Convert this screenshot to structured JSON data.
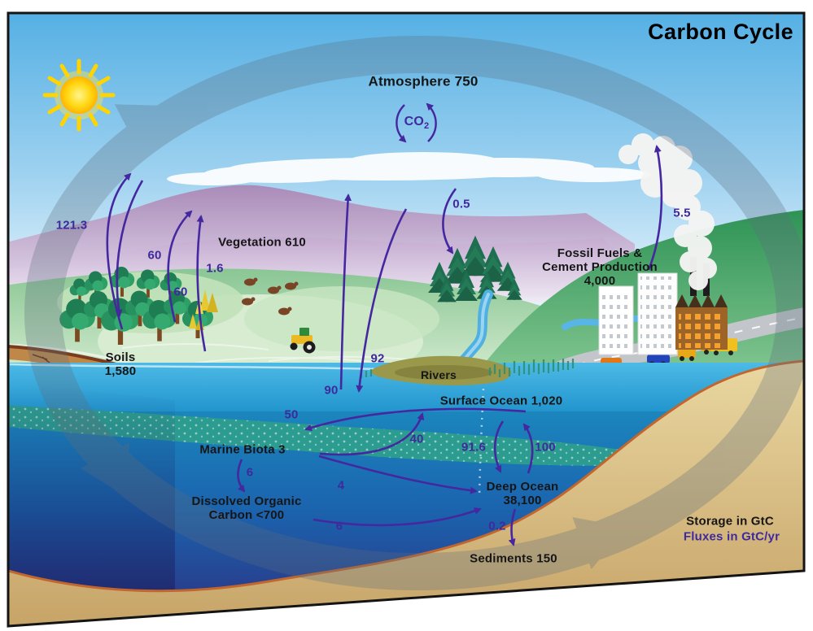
{
  "title": "Carbon Cycle",
  "legend": {
    "storage": "Storage in GtC",
    "fluxes": "Fluxes in GtC/yr"
  },
  "atmosphere": {
    "label": "Atmosphere 750",
    "co2": "CO",
    "co2_sub": "2"
  },
  "reservoirs": {
    "vegetation": "Vegetation 610",
    "soils1": "Soils",
    "soils2": "1,580",
    "rivers": "Rivers",
    "surface_ocean": "Surface Ocean 1,020",
    "marine_biota": "Marine Biota 3",
    "doc1": "Dissolved Organic",
    "doc2": "Carbon <700",
    "deep1": "Deep Ocean",
    "deep2": "38,100",
    "sediments": "Sediments 150",
    "fossil1": "Fossil Fuels &",
    "fossil2": "Cement Production",
    "fossil3": "4,000"
  },
  "fluxes": {
    "veg_photosynthesis": "121.3",
    "veg_up_60": "60",
    "veg_down_60": "60",
    "land_1_6": "1.6",
    "forest_regrowth_0_5": "0.5",
    "fossil_emissions_5_5": "5.5",
    "air_to_ocean_92": "92",
    "ocean_to_air_90": "90",
    "surface_to_biota_50": "50",
    "biota_to_surface_40": "40",
    "biota_to_doc_6": "6",
    "biota_to_deep_4": "4",
    "doc_to_deep_6": "6",
    "surface_to_deep_91_6": "91.6",
    "deep_to_surface_100": "100",
    "deep_to_sediments_0_2": "0.2"
  },
  "colors": {
    "flux_arrow": "#4527a0",
    "flux_text": "#3e2a9c",
    "label_text": "#161616",
    "title_text": "#000000",
    "cycle_ring": "#5c6d7d"
  }
}
